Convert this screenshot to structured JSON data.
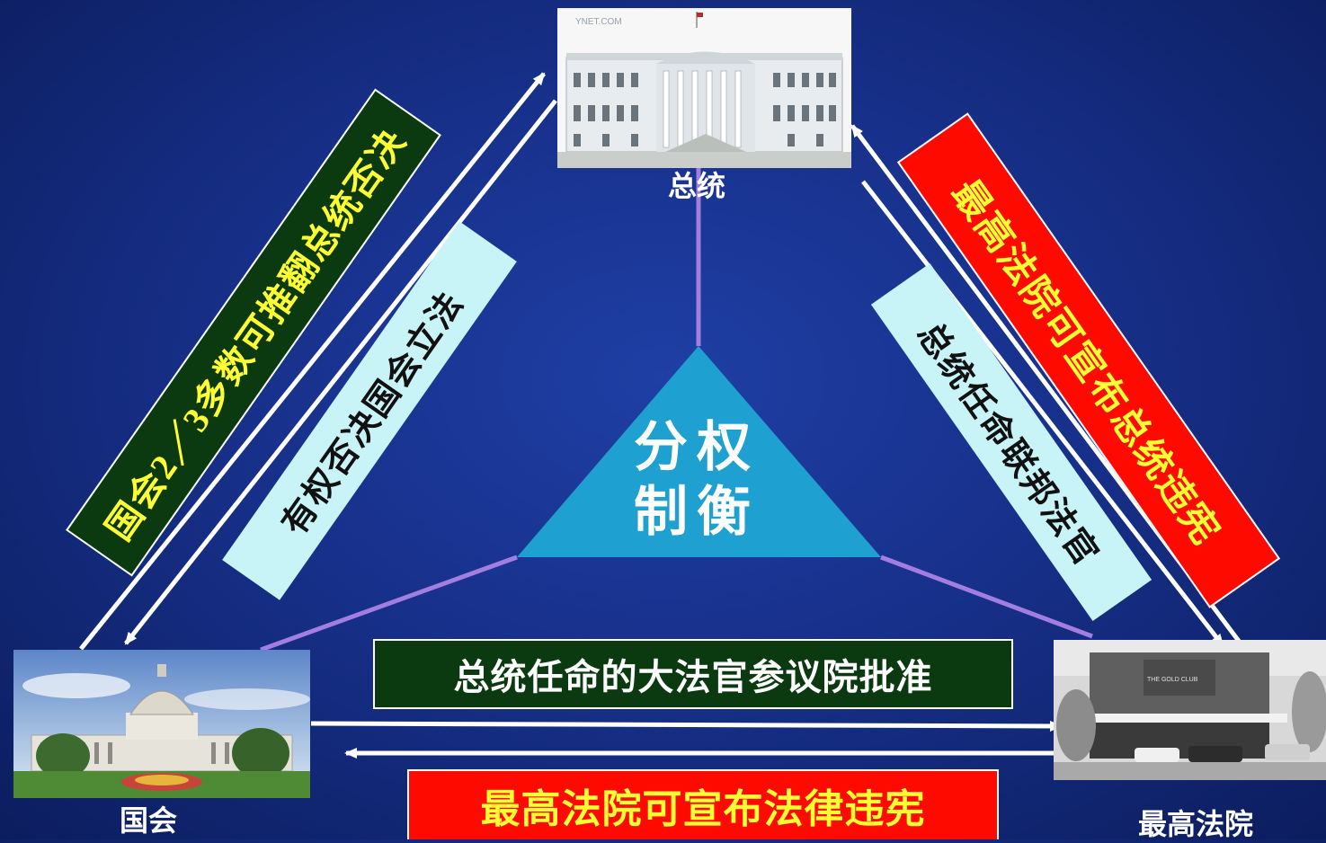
{
  "center": {
    "line1": "分权",
    "line2": "制衡"
  },
  "nodes": {
    "president": {
      "label": "总统",
      "watermark": "YNET.COM"
    },
    "congress": {
      "label": "国会"
    },
    "court": {
      "label": "最高法院",
      "sign": "THE GOLD CLUB"
    }
  },
  "banners": {
    "override_veto": "国会2／3多数可推翻总统否决",
    "veto_power": "有权否决国会立法",
    "court_president": "最高法院可宣布总统违宪",
    "appoint_judges": "总统任命联邦法官",
    "senate_approval": "总统任命的大法官参议院批准",
    "court_law": "最高法院可宣布法律违宪"
  },
  "colors": {
    "background": "#17308a",
    "dark_green": "#0b3a10",
    "red": "#ff0a00",
    "light_cyan": "#c8f4f8",
    "triangle": "#1ea0d0",
    "connector": "#a27ee0",
    "yellow_text": "#ffff33"
  }
}
